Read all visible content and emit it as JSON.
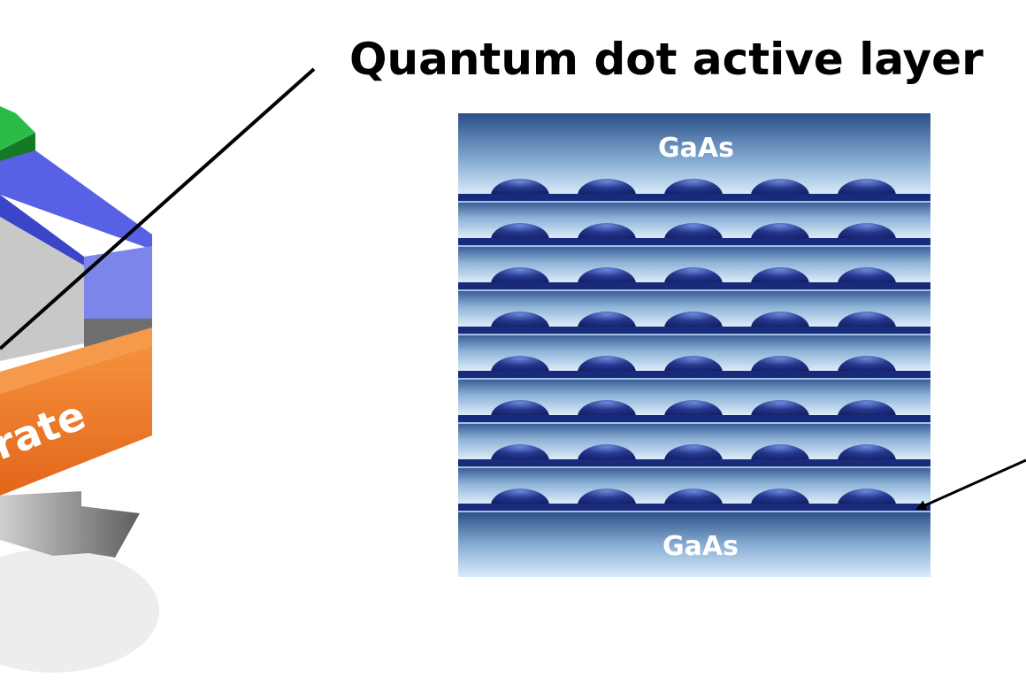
{
  "title": "Quantum dot active layer",
  "stack": {
    "top_label": "GaAs",
    "bottom_label": "GaAs",
    "qd_layer_count": 8,
    "dots_per_layer": 5
  },
  "device": {
    "substrate_label_fragment": "rate"
  },
  "colors": {
    "gaas_dark": "#2a4f86",
    "gaas_light": "#d9ecfa",
    "wetting_layer": "#1a2a7a",
    "dot_dark": "#0f1a5c",
    "dot_light": "#5d7bd0",
    "cladding_blue": "#4a55d8",
    "cladding_blue_light": "#7a84ea",
    "contact_green": "#1f9a35",
    "substrate_orange": "#f07a22",
    "active_gray": "#c9c9c9",
    "arrow_gray": "#6f6f6f"
  }
}
